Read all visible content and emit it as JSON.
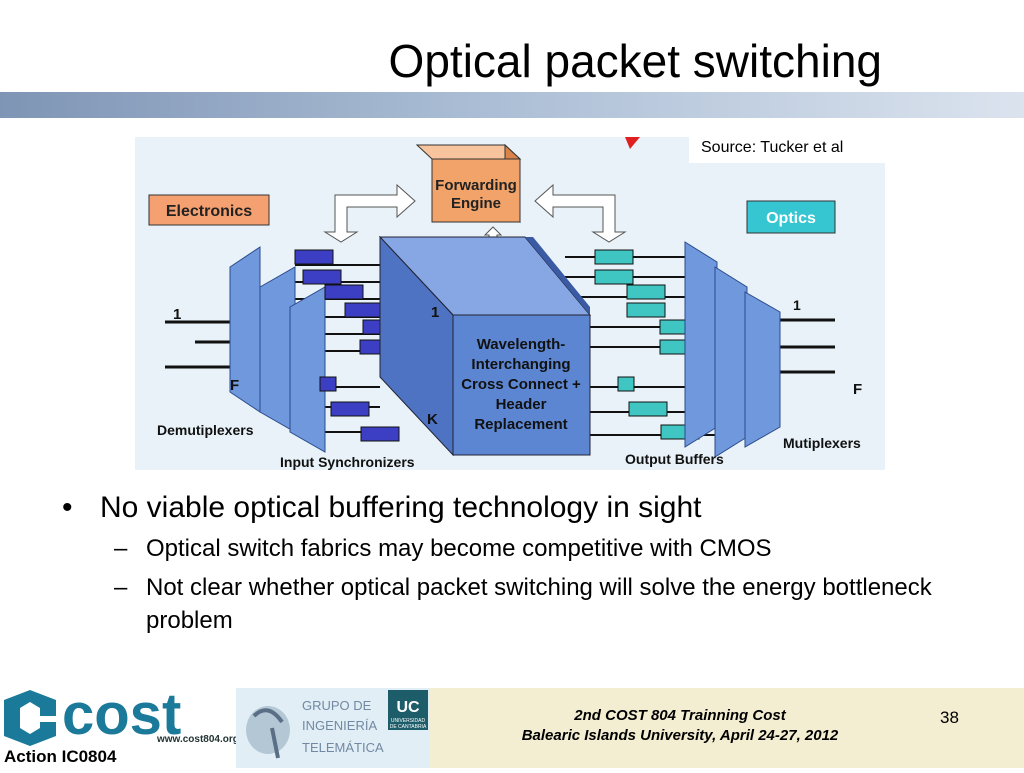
{
  "slide": {
    "title": "Optical packet switching",
    "source": "Source: Tucker et al"
  },
  "figure": {
    "labels": {
      "electronics": "Electronics",
      "forwarding_engine_line1": "Forwarding",
      "forwarding_engine_line2": "Engine",
      "optics": "Optics",
      "center_line1": "Wavelength-",
      "center_line2": "Interchanging",
      "center_line3": "Cross Connect +",
      "center_line4": "Header",
      "center_line5": "Replacement",
      "demux": "Demutiplexers",
      "input_sync": "Input Synchronizers",
      "output_buffers": "Output Buffers",
      "mux": "Mutiplexers",
      "in_1": "1",
      "in_F": "F",
      "cube_1": "1",
      "cube_K": "K",
      "out_1": "1",
      "out_F": "F"
    },
    "colors": {
      "background": "#e8f2f8",
      "electronics_box": "#f4a070",
      "forwarding_engine": "#f1a36a",
      "optics_box": "#35c6d1",
      "cube": "#5c86d2",
      "demux": "#6f98dd",
      "sync_block": "#3c3fc4",
      "buffer_block": "#3fc5c2"
    }
  },
  "bullets": [
    {
      "text": "No viable optical buffering technology in sight",
      "children": [
        "Optical switch fabrics may become competitive with CMOS",
        "Not clear whether optical packet switching will solve the energy bottleneck problem"
      ]
    }
  ],
  "footer": {
    "line1": "2nd  COST 804 Trainning Cost",
    "line2": "Balearic Islands University, April 24-27, 2012",
    "page": "38",
    "logo_text": "cost",
    "action": "Action IC0804",
    "url": "www.cost804.org",
    "grupo_line1": "GRUPO DE",
    "grupo_line2": "INGENIERÍA",
    "grupo_line3": "TELEMÁTICA",
    "uc": "UC",
    "uc_sub1": "UNIVERSIDAD",
    "uc_sub2": "DE CANTABRIA"
  }
}
